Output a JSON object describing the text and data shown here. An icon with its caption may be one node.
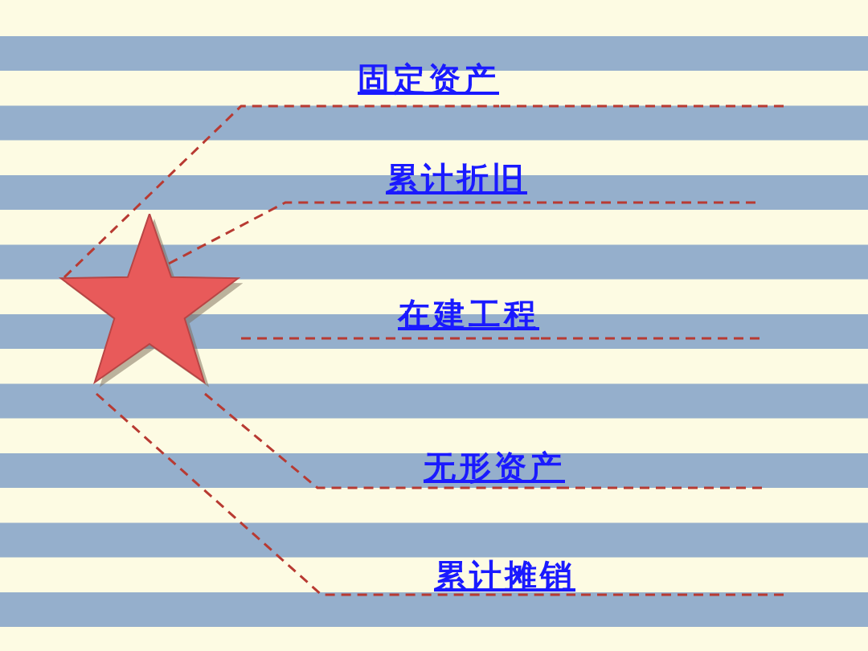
{
  "diagram": {
    "nodes": [
      {
        "text": [],
        "shape": "star"
      },
      {
        "text": [
          "固定资产"
        ]
      },
      {
        "text": [
          "累计折旧"
        ]
      },
      {
        "text": [
          "在建工程"
        ]
      },
      {
        "text": [
          "无形资产"
        ]
      },
      {
        "text": [
          "累计摊销"
        ]
      }
    ],
    "edges": [
      {
        "from": 0,
        "to": 1,
        "arrow": "none",
        "style": "dashed"
      },
      {
        "from": 0,
        "to": 2,
        "arrow": "none",
        "style": "dashed"
      },
      {
        "from": 0,
        "to": 3,
        "arrow": "none",
        "style": "dashed"
      },
      {
        "from": 0,
        "to": 4,
        "arrow": "none",
        "style": "dashed"
      },
      {
        "from": 0,
        "to": 5,
        "arrow": "none",
        "style": "dashed"
      }
    ]
  }
}
